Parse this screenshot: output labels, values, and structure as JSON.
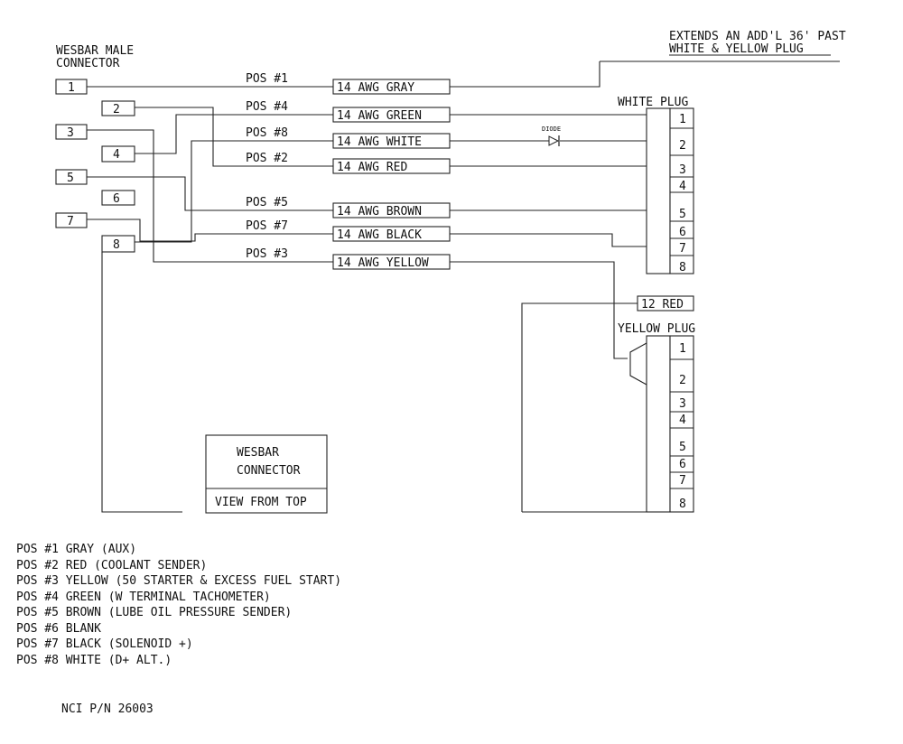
{
  "connector": {
    "title_line1": "WESBAR MALE",
    "title_line2": "CONNECTOR",
    "pins": [
      "1",
      "2",
      "3",
      "4",
      "5",
      "6",
      "7",
      "8"
    ]
  },
  "note": {
    "line1": "EXTENDS AN ADD'L 36' PAST",
    "line2": "WHITE & YELLOW PLUG"
  },
  "wires": [
    {
      "pos": "POS #1",
      "wire": "14 AWG GRAY"
    },
    {
      "pos": "POS #4",
      "wire": "14 AWG GREEN"
    },
    {
      "pos": "POS #8",
      "wire": "14 AWG WHITE"
    },
    {
      "pos": "POS #2",
      "wire": "14 AWG RED"
    },
    {
      "pos": "POS #5",
      "wire": "14 AWG BROWN"
    },
    {
      "pos": "POS #7",
      "wire": "14 AWG BLACK"
    },
    {
      "pos": "POS #3",
      "wire": "14 AWG YELLOW"
    }
  ],
  "diode_label": "DIODE",
  "white_plug": {
    "title": "WHITE PLUG",
    "pins": [
      "1",
      "2",
      "3",
      "4",
      "5",
      "6",
      "7",
      "8"
    ]
  },
  "red_wire_label": "12 RED",
  "yellow_plug": {
    "title": "YELLOW PLUG",
    "pins": [
      "1",
      "2",
      "3",
      "4",
      "5",
      "6",
      "7",
      "8"
    ]
  },
  "view_box": {
    "line1": "WESBAR",
    "line2": "CONNECTOR",
    "line3": "VIEW FROM TOP"
  },
  "legend": [
    "POS #1 GRAY (AUX)",
    "POS #2 RED (COOLANT SENDER)",
    "POS #3 YELLOW (50 STARTER & EXCESS FUEL START)",
    "POS #4 GREEN (W TERMINAL TACHOMETER)",
    "POS #5 BROWN (LUBE OIL PRESSURE SENDER)",
    "POS #6 BLANK",
    "POS #7 BLACK (SOLENOID +)",
    "POS #8 WHITE (D+ ALT.)"
  ],
  "part_number": "NCI P/N 26003"
}
